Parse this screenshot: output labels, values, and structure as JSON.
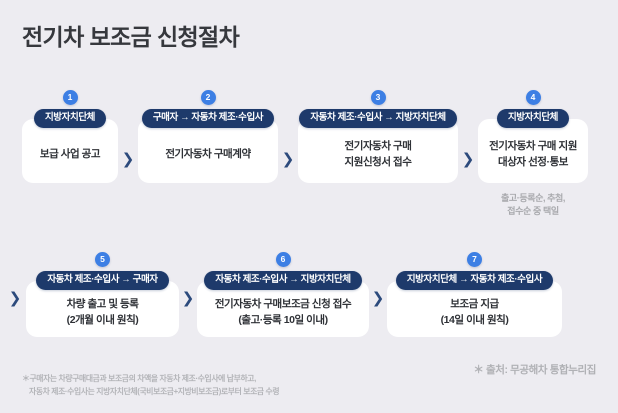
{
  "header": {
    "title": "전기차 보조금 신청절차"
  },
  "colors": {
    "background": "#edecf1",
    "badge_navy": "#1e3a6b",
    "number_blue": "#3d7fe4",
    "card_white": "#ffffff",
    "chevron_navy": "#2c4a7c",
    "title_text": "#36383d",
    "muted_text": "#b0b1b5"
  },
  "flow": {
    "row1": [
      {
        "number": "1",
        "badge": "지방자치단체",
        "body": "보급 사업 공고",
        "note": ""
      },
      {
        "number": "2",
        "badge": "구매자 → 자동차 제조·수입사",
        "body": "전기자동차 구매계약",
        "note": ""
      },
      {
        "number": "3",
        "badge": "자동차 제조·수입사 → 지방자치단체",
        "body": "전기자동차 구매\n지원신청서 접수",
        "note": ""
      },
      {
        "number": "4",
        "badge": "지방자치단체",
        "body": "전기자동차 구매 지원\n대상자 선정·통보",
        "note": "출고·등록순, 추첨,\n접수순 중 택일"
      }
    ],
    "row2": [
      {
        "number": "5",
        "badge": "자동차 제조·수입사 → 구매자",
        "body": "차량 출고 및 등록\n(2개월 이내 원칙)",
        "note": ""
      },
      {
        "number": "6",
        "badge": "자동차 제조·수입사 → 지방자치단체",
        "body": "전기자동차 구매보조금 신청 접수\n(출고·등록 10일 이내)",
        "note": ""
      },
      {
        "number": "7",
        "badge": "지방자치단체 → 자동차 제조·수입사",
        "body": "보조금 지급\n(14일 이내 원칙)",
        "note": ""
      }
    ],
    "separator_glyph": "❯"
  },
  "footer": {
    "footnote_line1": "＊구매자는 차량구매대금과 보조금의 차액을 자동차 제조·수입사에 납부하고,",
    "footnote_line2": "자동차 제조·수입사는 지방자치단체(국비보조금+지방비보조금)로부터 보조금 수령",
    "source": "＊ 출처: 무공해차 통합누리집"
  }
}
